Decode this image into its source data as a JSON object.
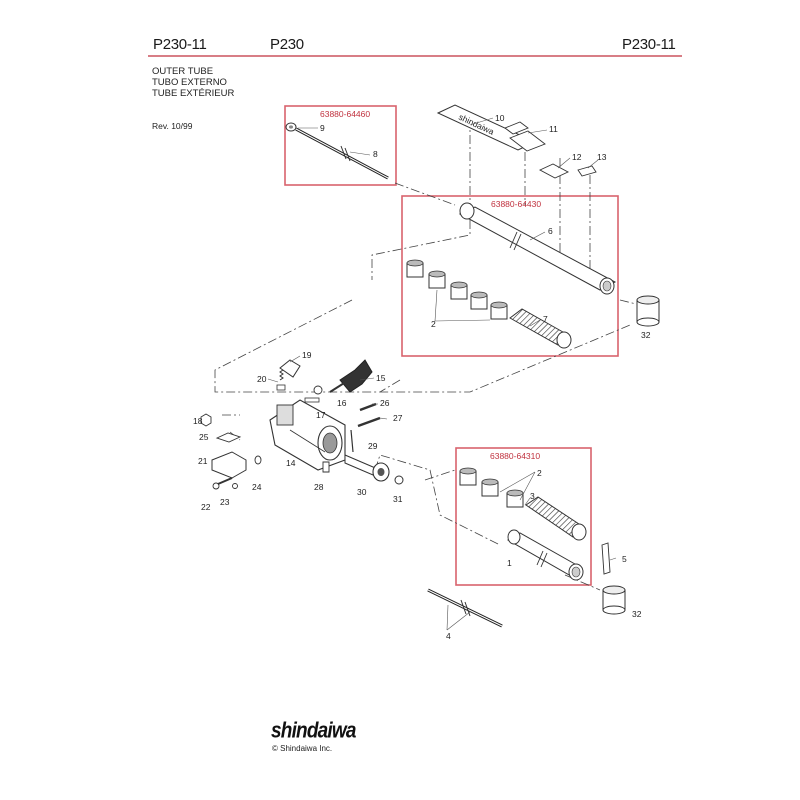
{
  "header": {
    "code_left": "P230-11",
    "model": "P230",
    "code_right": "P230-11",
    "rule_color": "#c0313e"
  },
  "section": {
    "title_lines": [
      "OUTER TUBE",
      "TUBO EXTERNO",
      "TUBE EXTÉRIEUR"
    ],
    "revision": "Rev. 10/99"
  },
  "kits": [
    {
      "number": "63880-64460"
    },
    {
      "number": "63880-64430"
    },
    {
      "number": "63880-64310"
    }
  ],
  "callouts": [
    "1",
    "2",
    "2",
    "3",
    "4",
    "5",
    "6",
    "7",
    "8",
    "9",
    "10",
    "11",
    "12",
    "13",
    "14",
    "15",
    "16",
    "17",
    "18",
    "19",
    "20",
    "21",
    "22",
    "23",
    "24",
    "25",
    "26",
    "27",
    "28",
    "29",
    "30",
    "31",
    "32",
    "32"
  ],
  "decal_text": "shindaiwa",
  "footer": {
    "logo": "shindaiwa",
    "copyright": "© Shindaiwa Inc."
  },
  "colors": {
    "kit_box": "#d9636d",
    "kit_label": "#c0313e",
    "line": "#333333"
  }
}
